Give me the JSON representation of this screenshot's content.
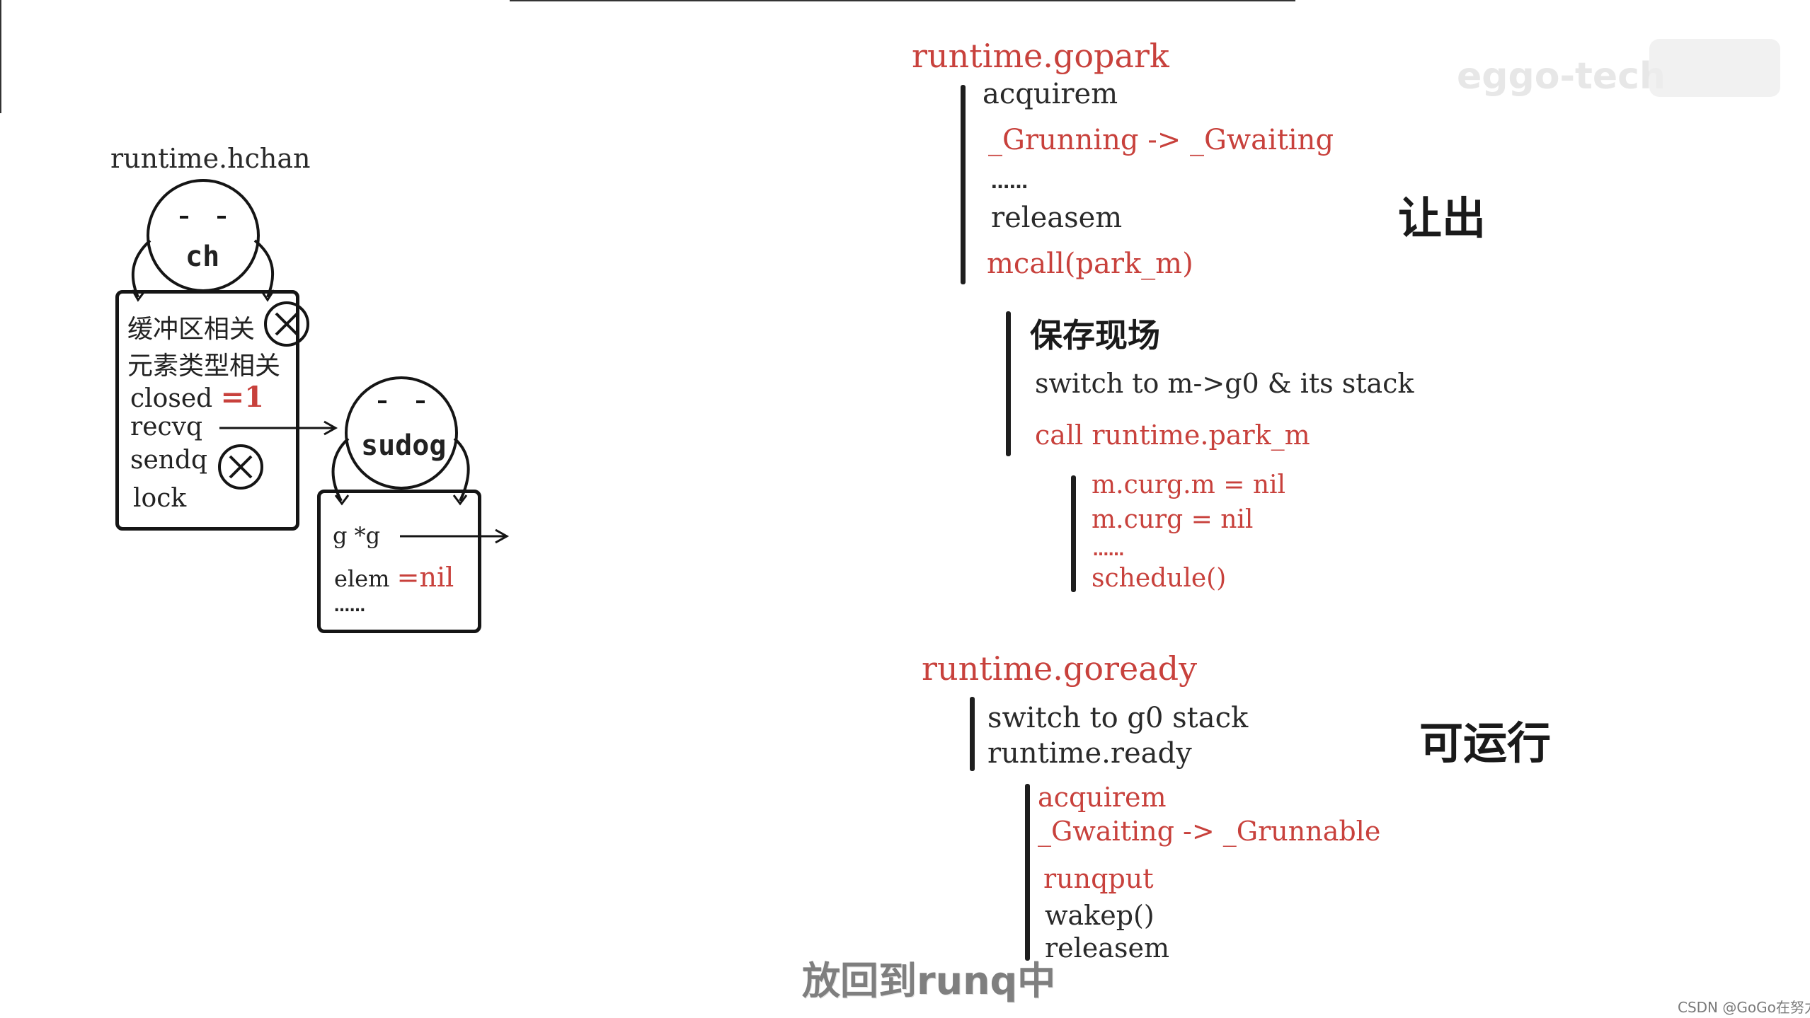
{
  "hchan": {
    "title": "runtime.hchan",
    "avatar_label": "ch",
    "fields": {
      "buffer": "缓冲区相关",
      "elemtype": "元素类型相关",
      "closed": "closed",
      "closed_value": "=1",
      "recvq": "recvq",
      "sendq": "sendq",
      "lock": "lock"
    }
  },
  "sudog": {
    "avatar_label": "sudog",
    "fields": {
      "g": "g *g",
      "elem": "elem",
      "elem_value": "=nil",
      "more": "……"
    }
  },
  "gopark": {
    "title": "runtime.gopark",
    "steps": [
      "acquirem",
      "_Grunning -> _Gwaiting",
      "……",
      "releasem",
      "mcall(park_m)"
    ],
    "label": "让出",
    "save": {
      "title": "保存现场",
      "steps": [
        "switch to m->g0 & its stack",
        "call runtime.park_m"
      ]
    },
    "park_m": {
      "steps": [
        "m.curg.m = nil",
        "m.curg = nil",
        "……",
        "schedule()"
      ]
    }
  },
  "goready": {
    "title": "runtime.goready",
    "steps": [
      "switch to g0 stack",
      "runtime.ready"
    ],
    "label": "可运行",
    "ready": {
      "steps": [
        "acquirem",
        "_Gwaiting -> _Grunnable",
        "runqput",
        "wakep()",
        "releasem"
      ]
    }
  },
  "watermark": "eggo-tech",
  "subtitle": "放回到runq中",
  "credit": "CSDN @GoGo在努力",
  "colors": {
    "accent": "#c8413c",
    "ink": "#1e1e1e"
  }
}
